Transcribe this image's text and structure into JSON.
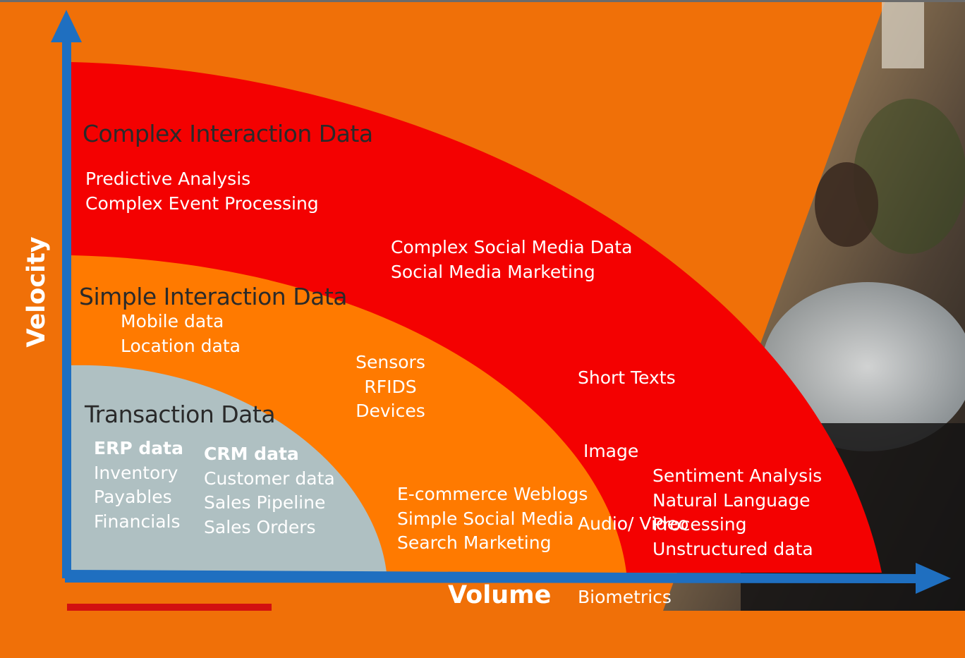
{
  "axes": {
    "y_label": "Velocity",
    "x_label": "Volume"
  },
  "zones": {
    "complex": {
      "title": "Complex Interaction Data",
      "items": [
        "Predictive Analysis",
        "Complex Event Processing"
      ]
    },
    "simple": {
      "title": "Simple Interaction Data",
      "items": [
        "Mobile data",
        "Location data"
      ]
    },
    "transaction": {
      "title": "Transaction Data",
      "erp": {
        "heading": "ERP data",
        "items": [
          "Inventory",
          "Payables",
          "Financials"
        ]
      },
      "crm": {
        "heading": "CRM data",
        "items": [
          "Customer data",
          "Sales Pipeline",
          "Sales Orders"
        ]
      }
    }
  },
  "groups": {
    "social": [
      "Complex Social Media Data",
      "Social Media Marketing"
    ],
    "sensors": [
      "Sensors",
      "RFIDS",
      "Devices"
    ],
    "media": [
      "Short Texts",
      " Image",
      "Audio/ Video",
      "Biometrics"
    ],
    "ecommerce": [
      "E-commerce Weblogs",
      "Simple Social Media",
      "Search Marketing"
    ],
    "sentiment": [
      "Sentiment Analysis",
      "Natural Language",
      "Processing",
      "Unstructured data"
    ]
  },
  "colors": {
    "background": "#f07008",
    "outer_zone": "#f40101",
    "middle_zone": "#ff7a00",
    "inner_zone": "#afc0c2",
    "axis": "#1f6fc0",
    "photo_panel": "#6e5a42"
  }
}
